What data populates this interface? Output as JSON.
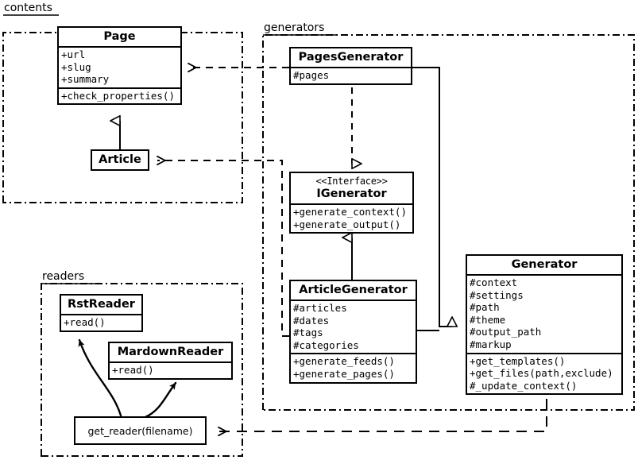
{
  "diagram": {
    "title": "UML class diagram",
    "packages": [
      {
        "id": "contents",
        "label": "contents"
      },
      {
        "id": "generators",
        "label": "generators"
      },
      {
        "id": "readers",
        "label": "readers"
      }
    ],
    "classes": [
      {
        "id": "page",
        "name": "Page",
        "stereotype": "",
        "attributes": [
          "+url",
          "+slug",
          "+summary"
        ],
        "methods": [
          "+check_properties()"
        ]
      },
      {
        "id": "article",
        "name": "Article",
        "stereotype": "",
        "attributes": [],
        "methods": []
      },
      {
        "id": "pages-generator",
        "name": "PagesGenerator",
        "stereotype": "",
        "attributes": [
          "#pages"
        ],
        "methods": []
      },
      {
        "id": "igenerator",
        "name": "IGenerator",
        "stereotype": "<<Interface>>",
        "attributes": [],
        "methods": [
          "+generate_context()",
          "+generate_output()"
        ]
      },
      {
        "id": "article-generator",
        "name": "ArticleGenerator",
        "stereotype": "",
        "attributes": [
          "#articles",
          "#dates",
          "#tags",
          "#categories"
        ],
        "methods": [
          "+generate_feeds()",
          "+generate_pages()"
        ]
      },
      {
        "id": "generator",
        "name": "Generator",
        "stereotype": "",
        "attributes": [
          "#context",
          "#settings",
          "#path",
          "#theme",
          "#output_path",
          "#markup"
        ],
        "methods": [
          "+get_templates()",
          "+get_files(path,exclude)",
          "#_update_context()"
        ]
      },
      {
        "id": "rst-reader",
        "name": "RstReader",
        "stereotype": "",
        "attributes": [],
        "methods": [
          "+read()"
        ]
      },
      {
        "id": "mardown-reader",
        "name": "MardownReader",
        "stereotype": "",
        "attributes": [],
        "methods": [
          "+read()"
        ]
      }
    ],
    "functions": [
      {
        "id": "get-reader",
        "label": "get_reader(filename)"
      }
    ],
    "relations": [
      {
        "id": "article-inherits-page",
        "type": "generalization",
        "from": "Article",
        "to": "Page"
      },
      {
        "id": "pagesgenerator-realizes-igenerator",
        "type": "realization",
        "from": "PagesGenerator",
        "to": "IGenerator"
      },
      {
        "id": "articlegenerator-realizes-igenerator",
        "type": "realization",
        "from": "ArticleGenerator",
        "to": "IGenerator"
      },
      {
        "id": "pagesgenerator-inherits-generator",
        "type": "generalization",
        "from": "PagesGenerator",
        "to": "Generator"
      },
      {
        "id": "articlegenerator-inherits-generator",
        "type": "generalization",
        "from": "ArticleGenerator",
        "to": "Generator"
      },
      {
        "id": "pagesgenerator-uses-page",
        "type": "dependency",
        "from": "PagesGenerator",
        "to": "Page"
      },
      {
        "id": "articlegenerator-uses-article",
        "type": "dependency",
        "from": "ArticleGenerator",
        "to": "Article"
      },
      {
        "id": "generator-uses-get-reader",
        "type": "dependency",
        "from": "Generator",
        "to": "get_reader(filename)"
      },
      {
        "id": "get-reader-creates-rstreader",
        "type": "instantiate",
        "from": "get_reader(filename)",
        "to": "RstReader"
      },
      {
        "id": "get-reader-creates-mardownreader",
        "type": "instantiate",
        "from": "get_reader(filename)",
        "to": "MardownReader"
      }
    ],
    "colors": {
      "stroke": "#000000",
      "fill": "#ffffff",
      "text": "#000000"
    }
  }
}
